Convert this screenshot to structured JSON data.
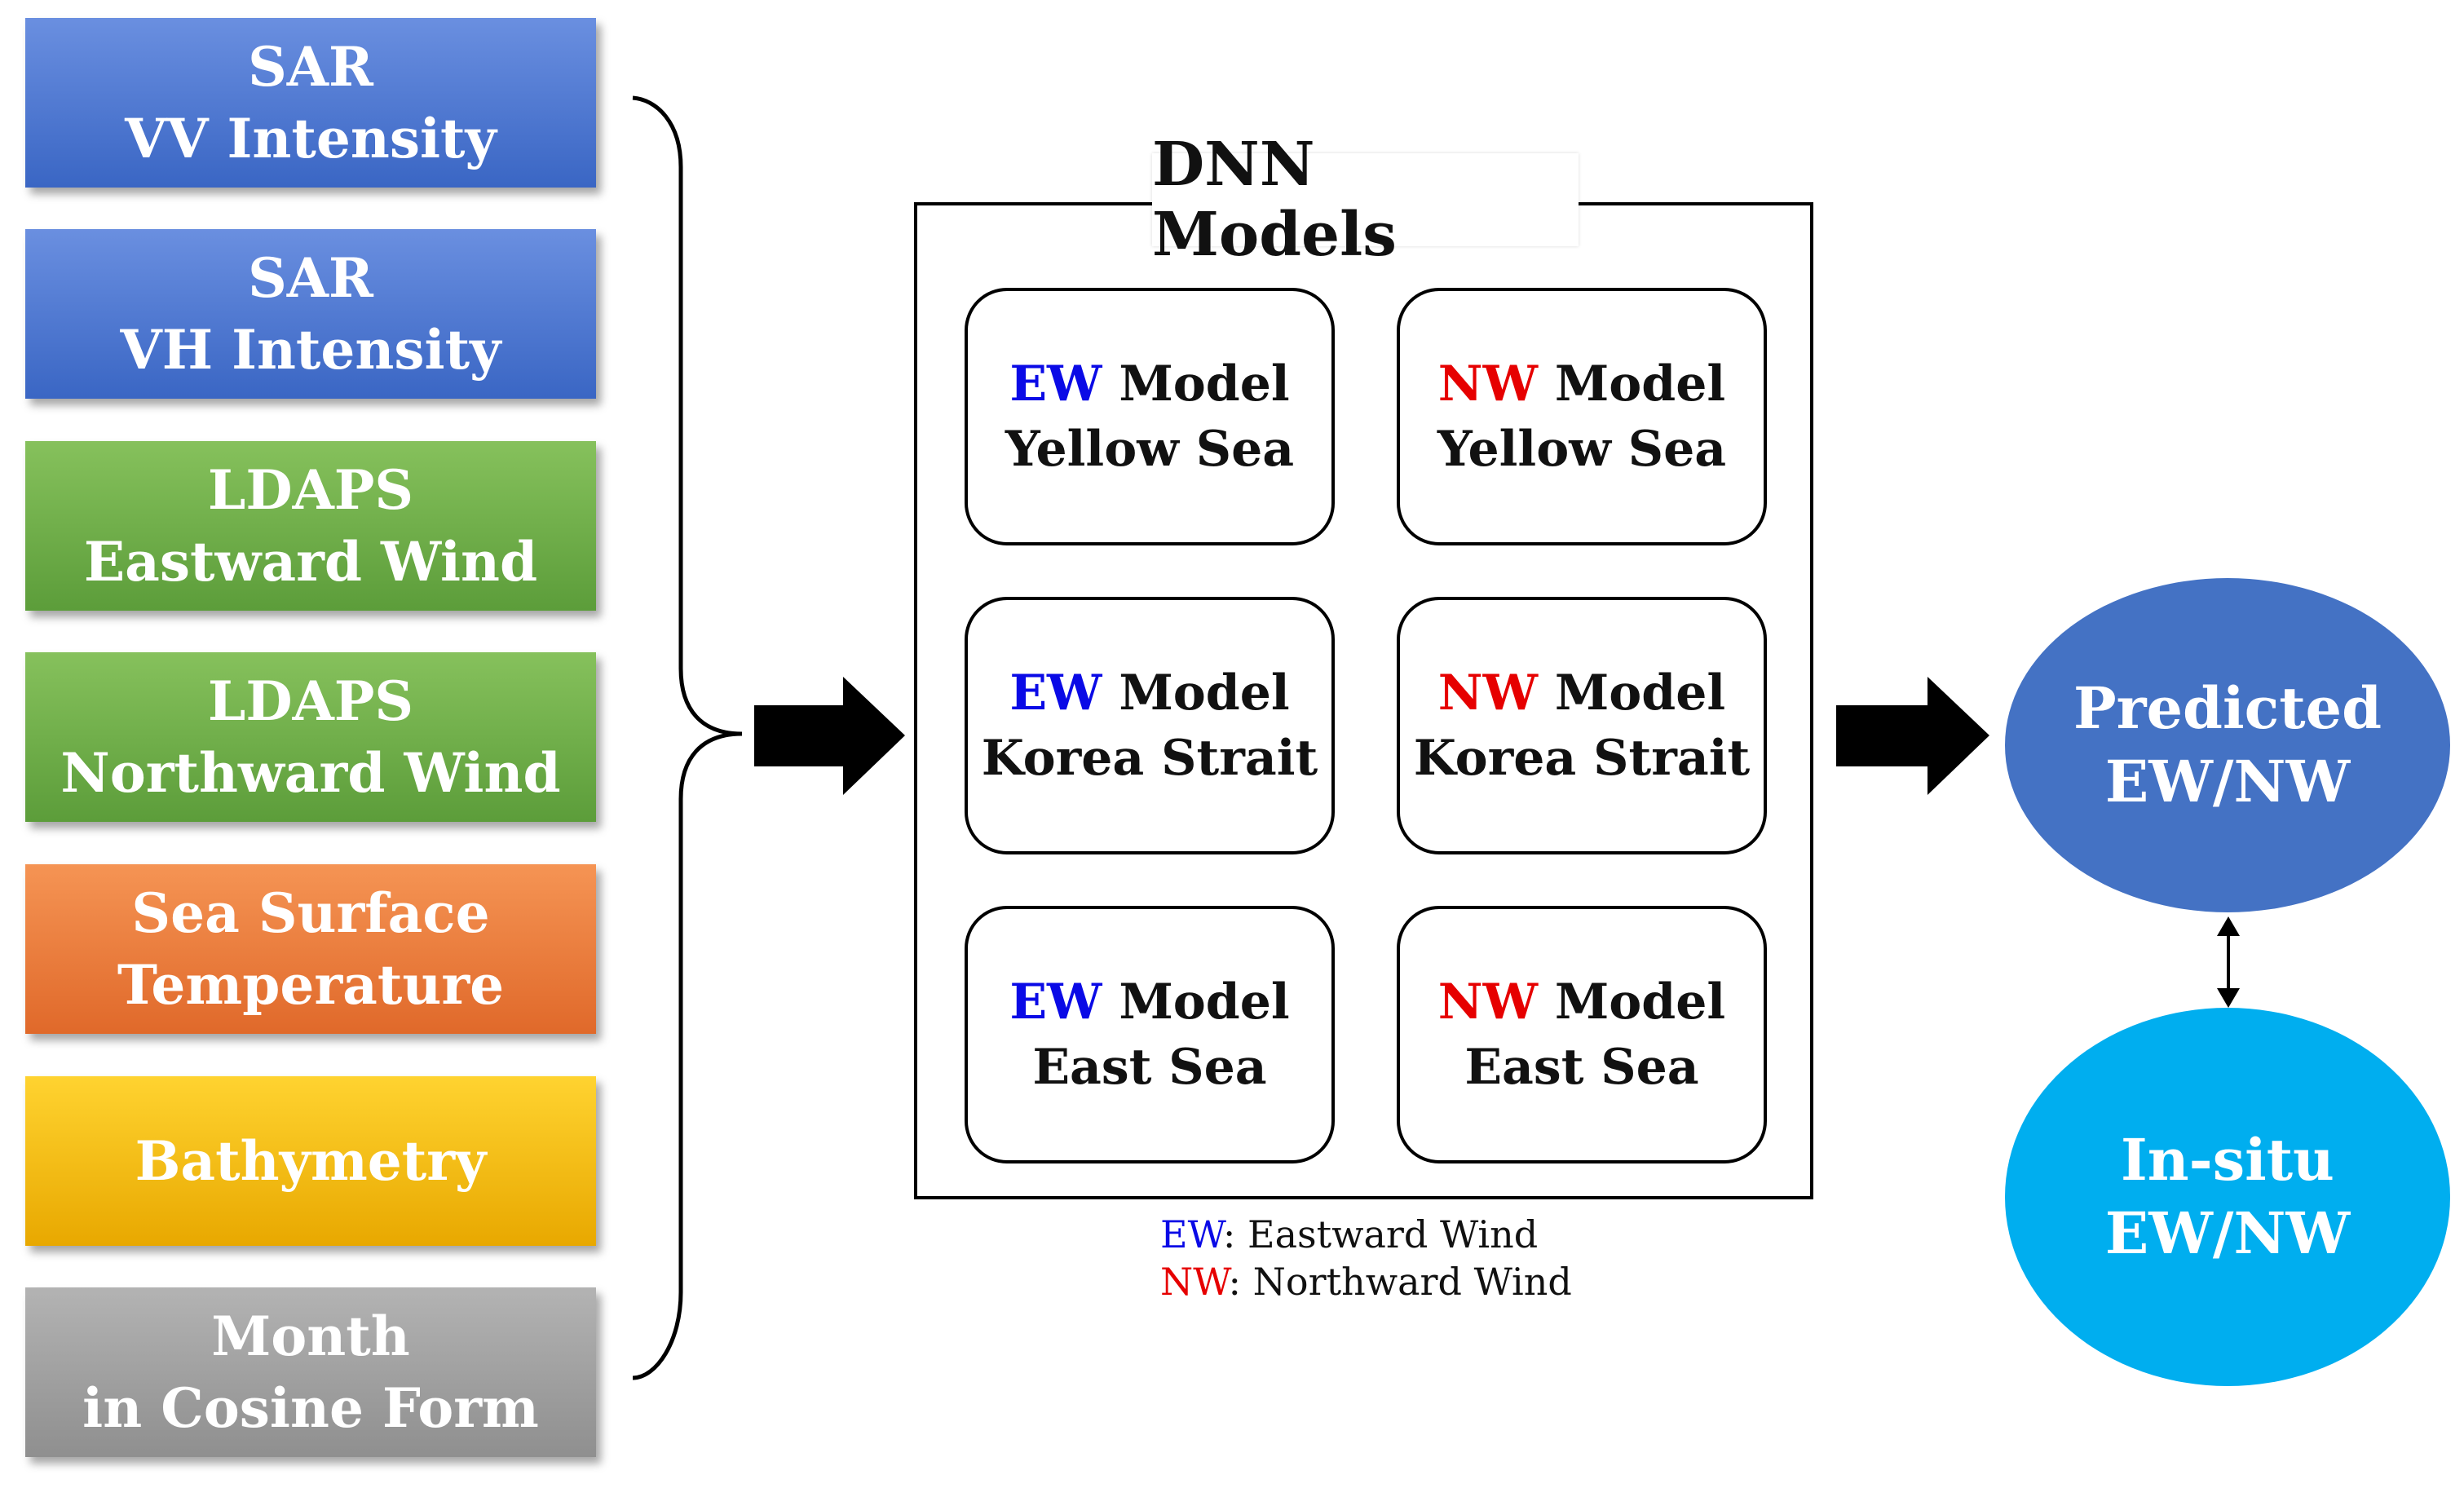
{
  "inputs": [
    {
      "line1": "SAR",
      "line2": "VV Intensity"
    },
    {
      "line1": "SAR",
      "line2": "VH Intensity"
    },
    {
      "line1": "LDAPS",
      "line2": "Eastward Wind"
    },
    {
      "line1": "LDAPS",
      "line2": "Northward Wind"
    },
    {
      "line1": "Sea Surface",
      "line2": "Temperature"
    },
    {
      "line1": "Bathymetry",
      "line2": ""
    },
    {
      "line1": "Month",
      "line2": "in Cosine Form"
    }
  ],
  "dnn": {
    "title": "DNN Models",
    "models": [
      {
        "prefix": "EW",
        "suffix": " Model",
        "region": "Yellow Sea"
      },
      {
        "prefix": "NW",
        "suffix": " Model",
        "region": "Yellow Sea"
      },
      {
        "prefix": "EW",
        "suffix": " Model",
        "region": "Korea Strait"
      },
      {
        "prefix": "NW",
        "suffix": " Model",
        "region": "Korea Strait"
      },
      {
        "prefix": "EW",
        "suffix": " Model",
        "region": "East Sea"
      },
      {
        "prefix": "NW",
        "suffix": " Model",
        "region": "East Sea"
      }
    ]
  },
  "legend": [
    {
      "abbr": "EW",
      "text": ": Eastward Wind"
    },
    {
      "abbr": "NW",
      "text": ": Northward Wind"
    }
  ],
  "outputs": {
    "predicted": {
      "line1": "Predicted",
      "line2": "EW/NW"
    },
    "insitu": {
      "line1": "In-situ",
      "line2": "EW/NW"
    }
  },
  "colors": {
    "input_blue": "#3a66c4",
    "input_green": "#5c9d3a",
    "input_orange": "#e0692a",
    "input_yellow": "#e8a800",
    "input_gray": "#8f8f8f",
    "ew": "#0a0ae6",
    "nw": "#e60000",
    "predicted": "#4472c4",
    "insitu": "#00aeef"
  }
}
